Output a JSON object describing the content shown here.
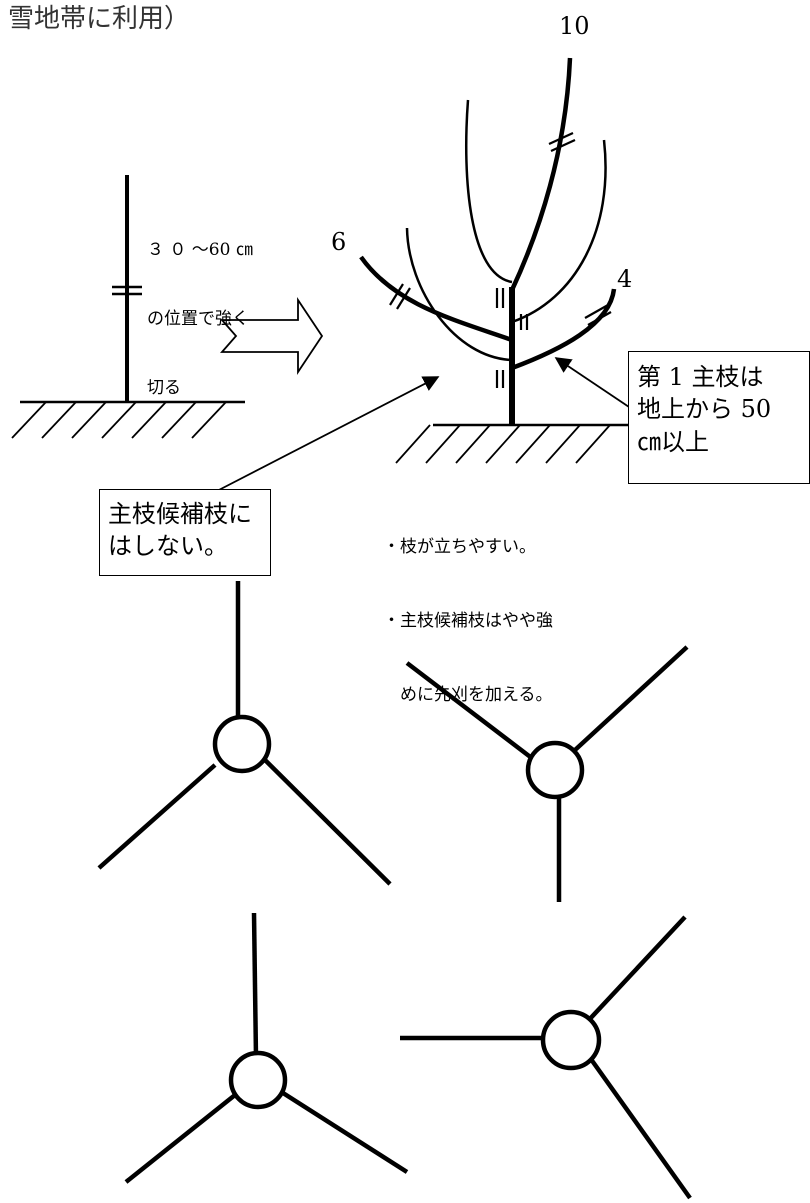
{
  "heading": "雪地帯に利用）",
  "labels": {
    "branch_10": "10",
    "branch_6": "6",
    "branch_4": "4"
  },
  "cut_note": [
    "３ ０ ～60 ㎝",
    "の位置で強く",
    "切る"
  ],
  "box_left": [
    "主枝候補枝に",
    "はしない。"
  ],
  "box_right": [
    "第 1 主枝は",
    "地上から 50",
    "㎝以上"
  ],
  "notes": [
    "・枝が立ちやすい。",
    "・主枝候補枝はやや強",
    "　めに先刈を加える。"
  ]
}
